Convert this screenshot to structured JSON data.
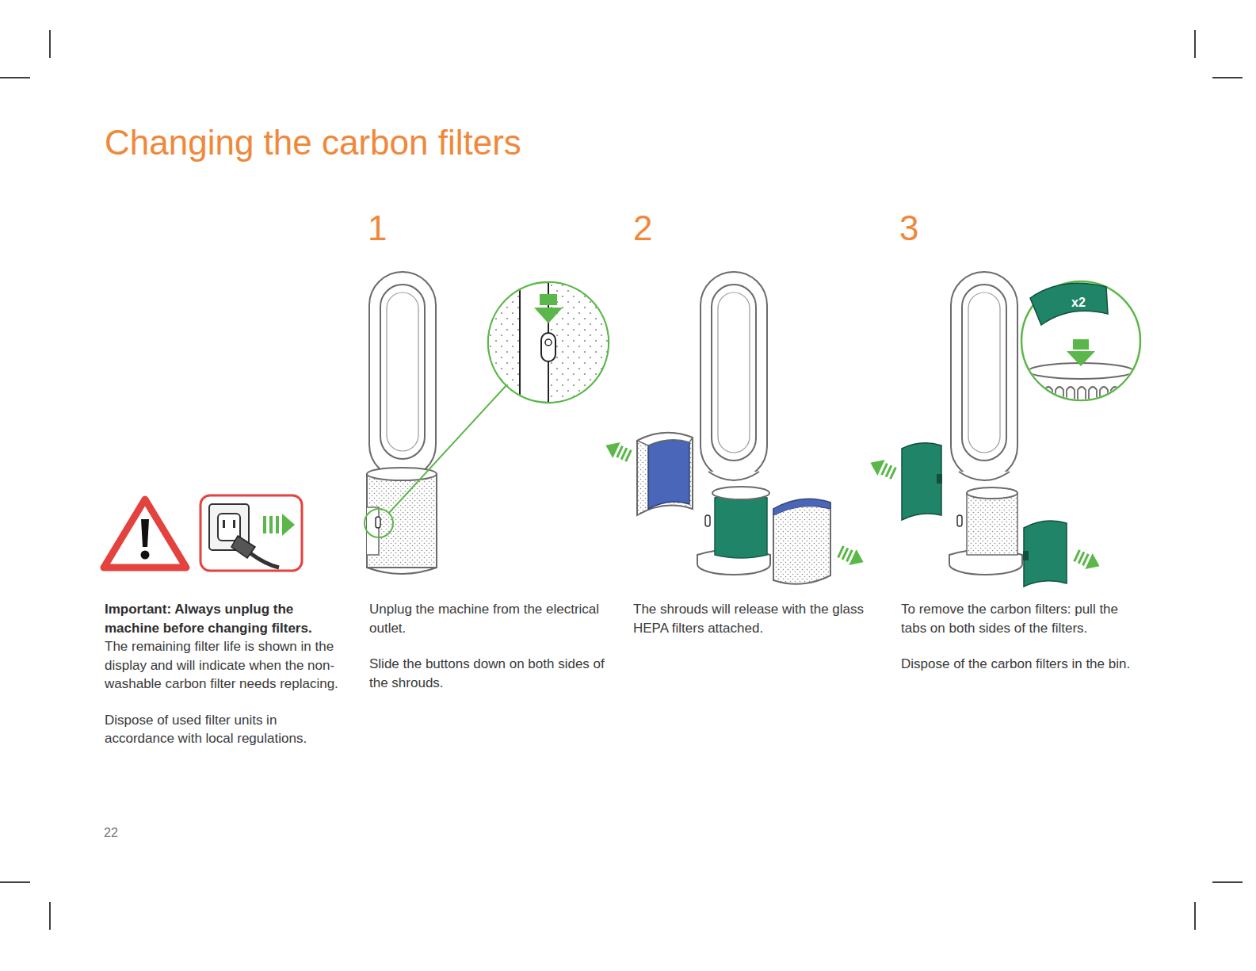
{
  "diagram": {
    "title": "Changing the carbon filters",
    "labels": [
      "1",
      "2",
      "3",
      "x2",
      "Important: Always unplug the machine before changing filters.",
      "The remaining filter life is shown in the display and will indicate when the non-washable carbon filter needs replacing.",
      "Dispose of used filter units in accordance with local regulations.",
      "Unplug the machine from the electrical outlet.",
      "Slide the buttons down on both sides of the shrouds.",
      "The shrouds will release with the glass HEPA filters attached.",
      "To remove the carbon filters: pull the tabs on both sides of the filters.",
      "Dispose of the carbon filters in the bin.",
      "22"
    ]
  }
}
